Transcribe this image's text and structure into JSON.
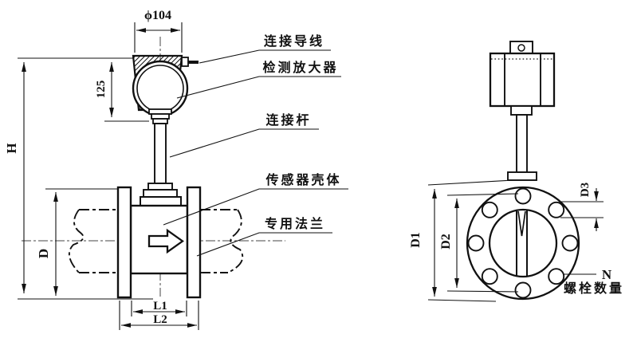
{
  "diagram": {
    "type": "vortex-flowmeter-outline-dimension-drawing",
    "colors": {
      "line": "#111111",
      "background": "#ffffff"
    },
    "left_view": {
      "dim_labels": {
        "head_diameter": "ϕ104",
        "amplifier_height": "125",
        "total_height": "H",
        "nominal_diameter": "D",
        "body_length": "L1",
        "overall_length": "L2"
      },
      "callouts": [
        "连接导线",
        "检测放大器",
        "连接杆",
        "传感器壳体",
        "专用法兰"
      ]
    },
    "right_view": {
      "dim_labels": {
        "flange_outer_diameter": "D1",
        "bolt_circle_diameter": "D2",
        "bolt_hole_diameter": "D3",
        "bolt_count_symbol": "N",
        "bolt_count_text": "螺栓数量"
      }
    }
  }
}
